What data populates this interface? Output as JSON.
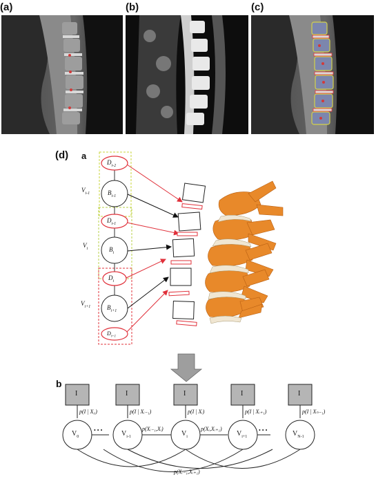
{
  "panels": {
    "a": "(a)",
    "b": "(b)",
    "c": "(c)",
    "d": "(d)",
    "sub_a": "a",
    "sub_b": "b"
  },
  "graph": {
    "nodes": [
      {
        "sym": "D",
        "sub": "i-2"
      },
      {
        "sym": "B",
        "sub": "i-1"
      },
      {
        "sym": "D",
        "sub": "i-1"
      },
      {
        "sym": "B",
        "sub": "i"
      },
      {
        "sym": "D",
        "sub": "i"
      },
      {
        "sym": "B",
        "sub": "i+1"
      },
      {
        "sym": "D",
        "sub": "i+1"
      }
    ],
    "groups": [
      {
        "sym": "V",
        "sub": "i-1"
      },
      {
        "sym": "V",
        "sub": "i"
      },
      {
        "sym": "V",
        "sub": "i+1"
      }
    ]
  },
  "chain": {
    "obs_label": "I",
    "nodes": [
      {
        "sym": "V",
        "sub": "0"
      },
      {
        "sym": "V",
        "sub": "i-1"
      },
      {
        "sym": "V",
        "sub": "i"
      },
      {
        "sym": "V",
        "sub": "i+1"
      },
      {
        "sym": "V",
        "sub": "N-1"
      }
    ],
    "likelihoods": [
      "p(I | X₀)",
      "p(I | Xᵢ₋₁)",
      "p(I | Xᵢ)",
      "p(I | Xᵢ₊₁)",
      "p(I | Xₙ₋₁)"
    ],
    "pairwise_left": "p(Xᵢ₋₁,Xᵢ)",
    "pairwise_right": "p(Xᵢ,Xᵢ₊₁)",
    "pairwise_bottom": "p(Xᵢ₋₁,Xᵢ₊₁)",
    "dots": "• • •"
  },
  "colors": {
    "red": "#e0303a",
    "green": "#b9d24a",
    "bone": "#e8892a",
    "box_gray": "#b5b5b5"
  }
}
